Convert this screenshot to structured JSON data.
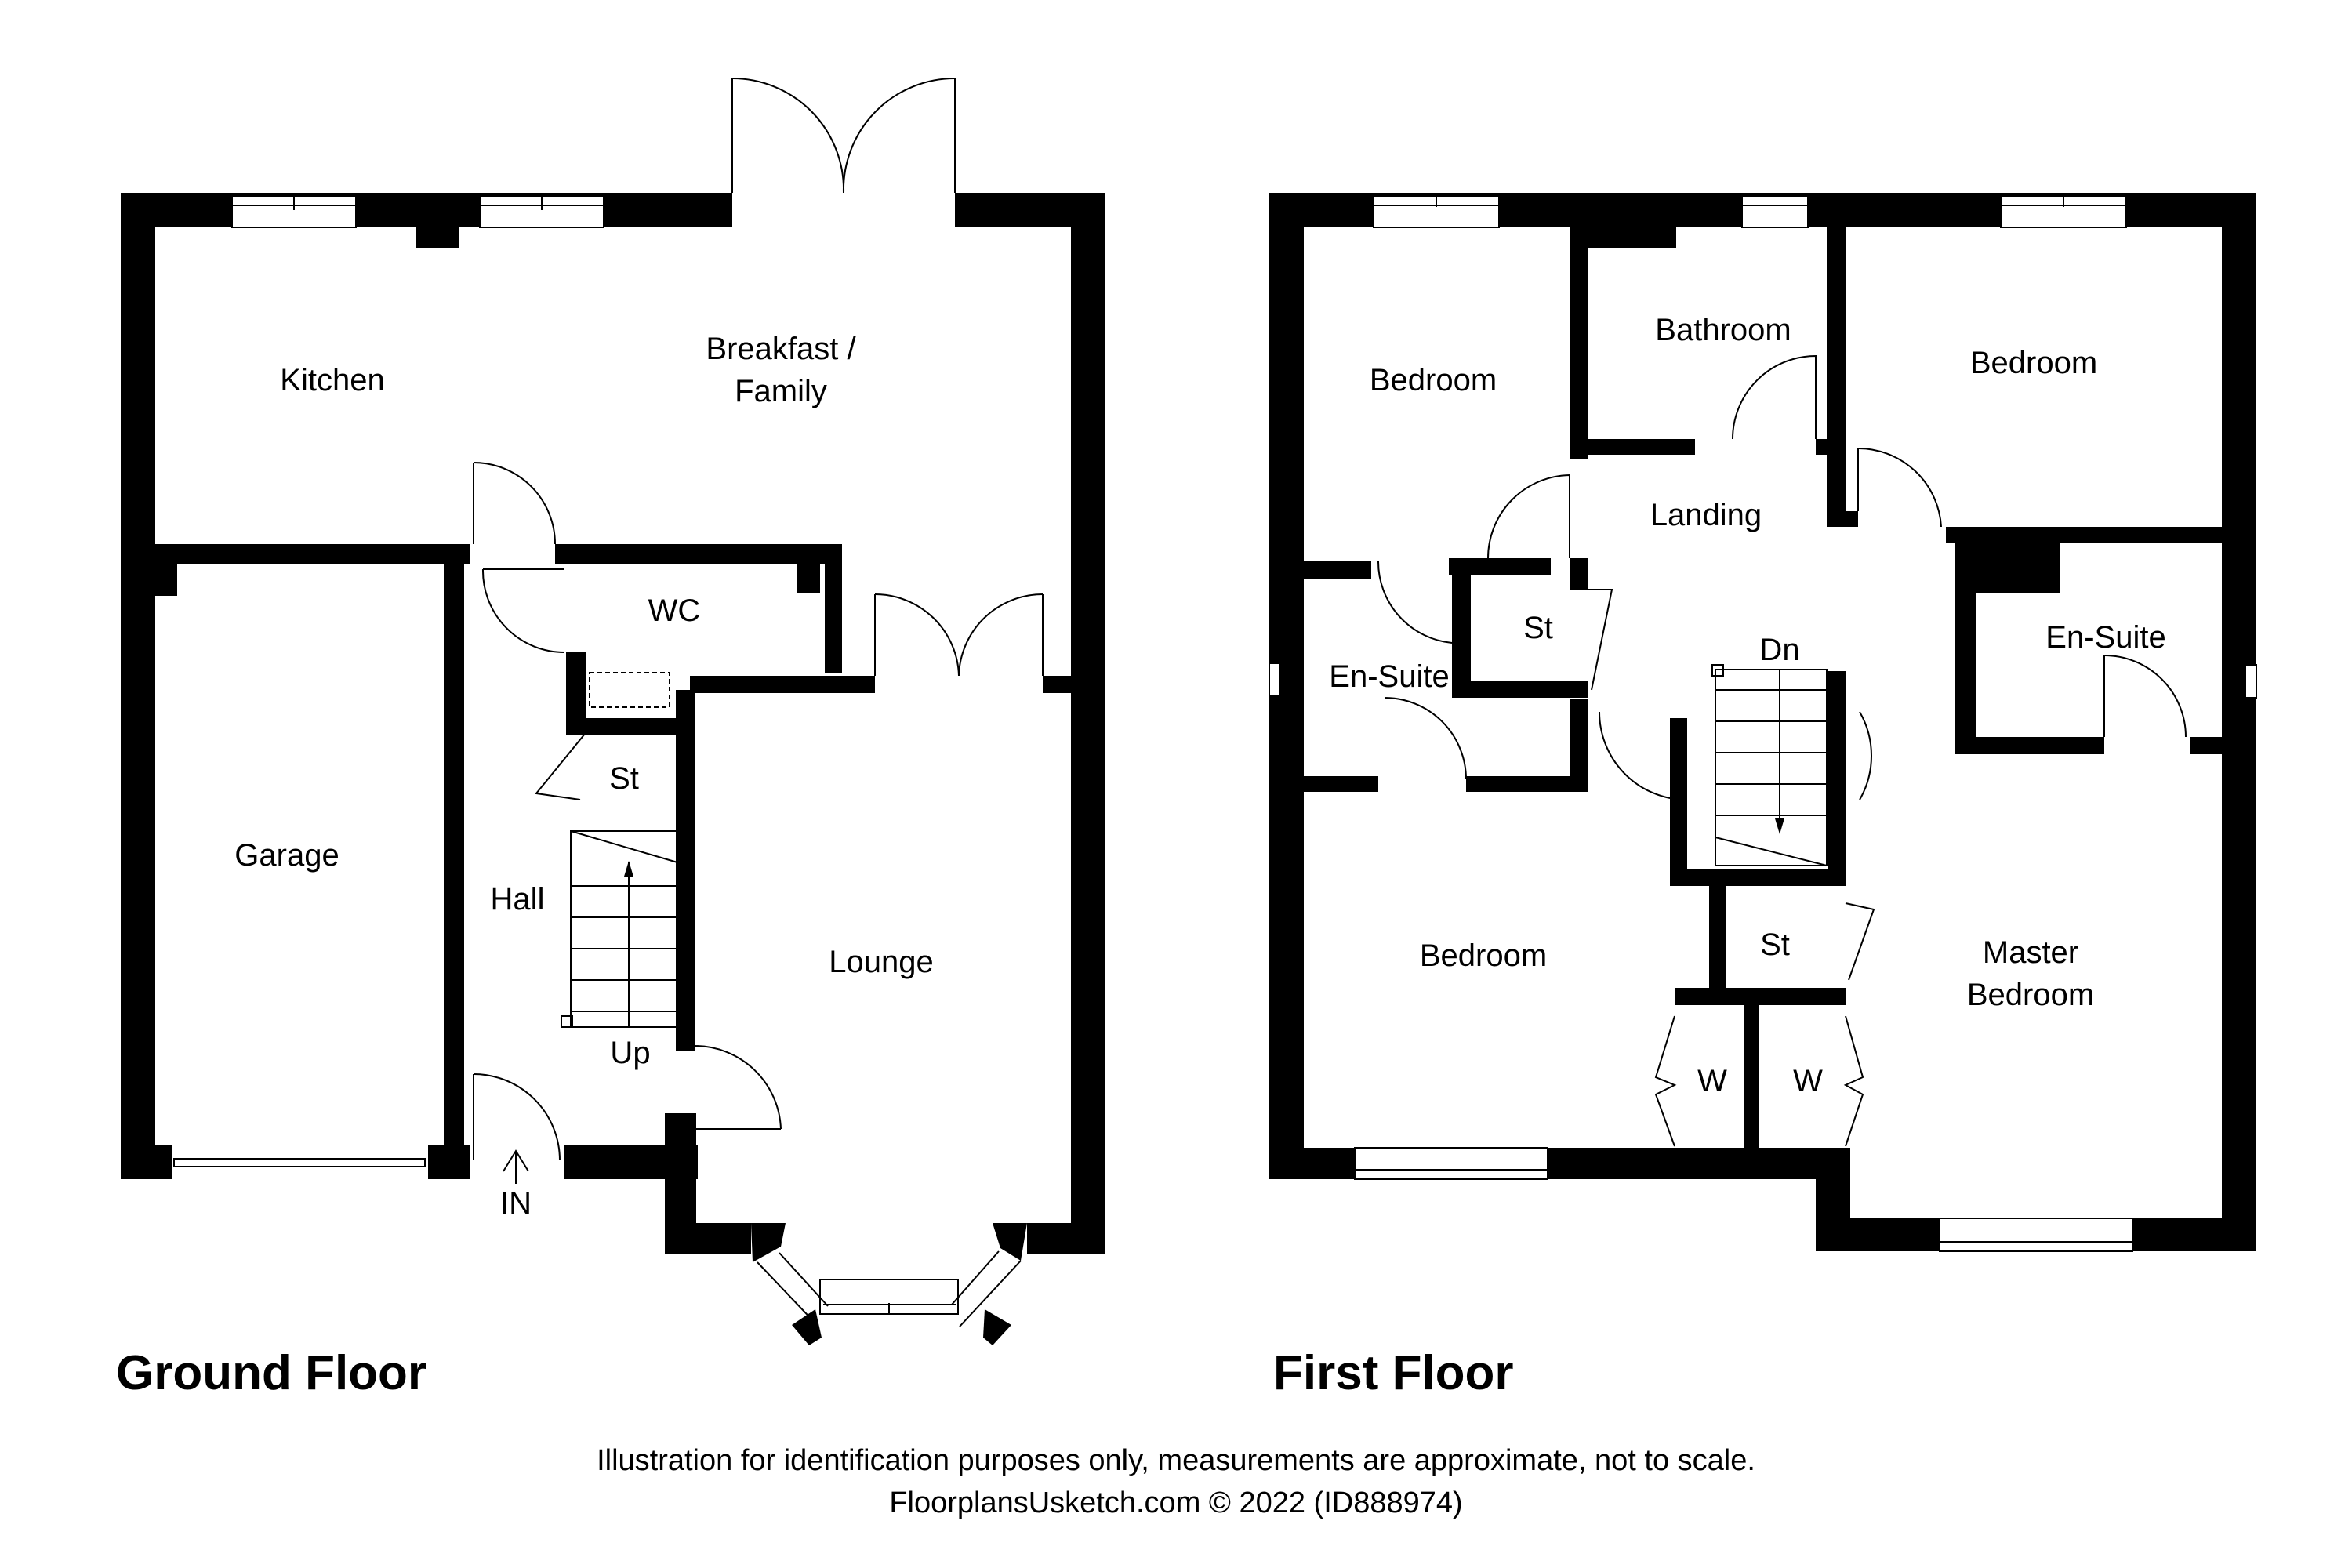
{
  "colors": {
    "wall": "#000000",
    "background": "#ffffff",
    "text": "#000000"
  },
  "ground_floor": {
    "title": "Ground Floor",
    "rooms": {
      "kitchen": "Kitchen",
      "breakfast_family_line1": "Breakfast /",
      "breakfast_family_line2": "Family",
      "wc": "WC",
      "garage": "Garage",
      "hall": "Hall",
      "store": "St",
      "lounge": "Lounge"
    },
    "annotations": {
      "stairs_up": "Up",
      "entrance": "IN"
    }
  },
  "first_floor": {
    "title": "First Floor",
    "rooms": {
      "bedroom_front_left": "Bedroom",
      "bathroom": "Bathroom",
      "bedroom_right": "Bedroom",
      "landing": "Landing",
      "ensuite_left": "En-Suite",
      "store_landing": "St",
      "ensuite_right": "En-Suite",
      "bedroom_lower_left": "Bedroom",
      "store_mid": "St",
      "wardrobe_left": "W",
      "wardrobe_right": "W",
      "master_line1": "Master",
      "master_line2": "Bedroom"
    },
    "annotations": {
      "stairs_down": "Dn"
    }
  },
  "footer": {
    "disclaimer": "Illustration for identification purposes only, measurements are approximate, not to scale.",
    "credit": "FloorplansUsketch.com © 2022 (ID888974)"
  }
}
